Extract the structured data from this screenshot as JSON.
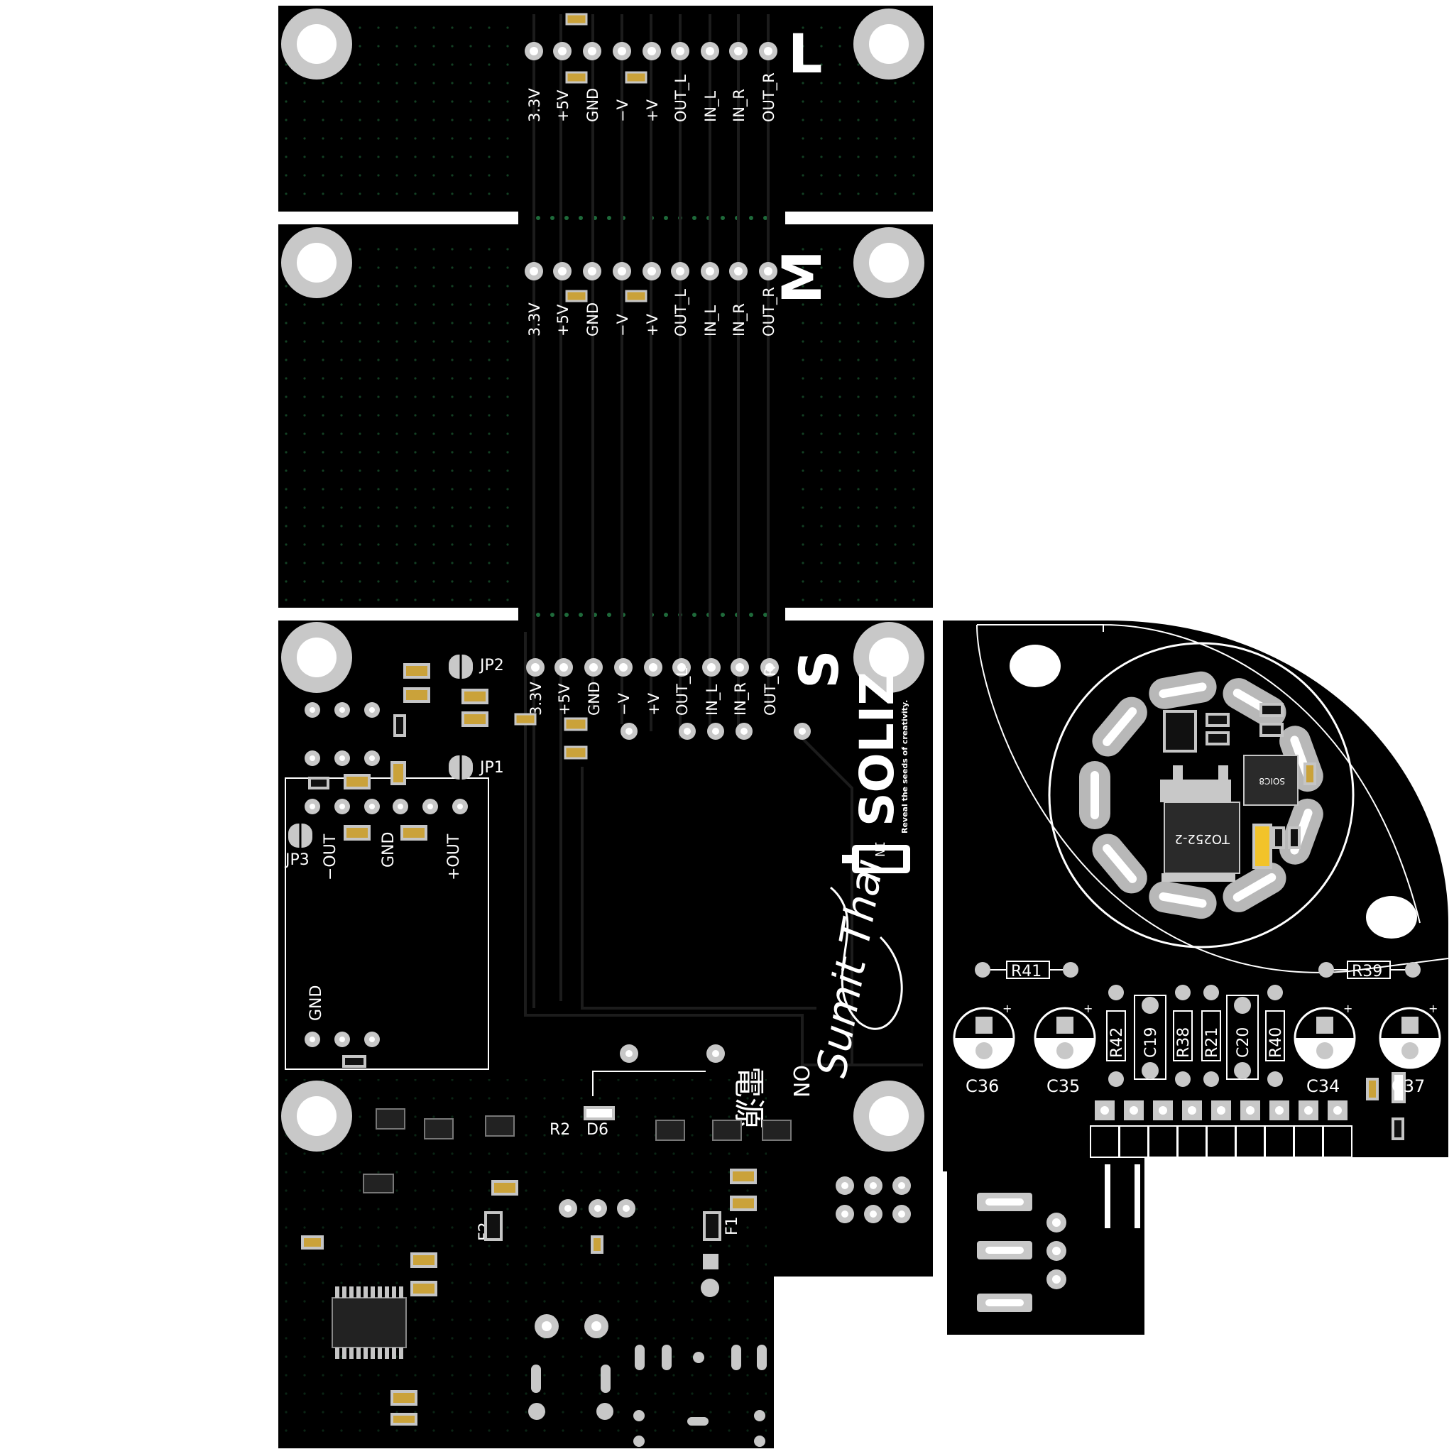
{
  "pin_labels": [
    "3.3V",
    "+5V",
    "GND",
    "−V",
    "+V",
    "OUT_L",
    "IN_L",
    "IN_R",
    "OUT_R"
  ],
  "modules": {
    "L": "L",
    "M": "M",
    "S": "S"
  },
  "jumpers": {
    "jp1": "JP1",
    "jp2": "JP2",
    "jp3": "JP3"
  },
  "ps_labels": {
    "minus_out": "−OUT",
    "gnd": "GND",
    "plus_out": "+OUT",
    "gnd_lower": "GND"
  },
  "main_refs": {
    "r2": "R2",
    "d6": "D6",
    "f1": "F1",
    "f2": "F2",
    "on": "ON",
    "power_kanji": "電源"
  },
  "logo": {
    "brand": "SOLIZ",
    "tagline": "Reveal the seeds of creativity.",
    "signature": "Sumit Thai"
  },
  "right_board": {
    "resistors": [
      "R41",
      "R39",
      "R42",
      "R38",
      "R21",
      "R40"
    ],
    "caps_box": [
      "C19",
      "C20"
    ],
    "electrolytics": [
      "C36",
      "C35",
      "C34",
      "C37"
    ],
    "ic_labels": {
      "to252": "TO252-2",
      "soic": "SOIC8"
    }
  },
  "colors": {
    "board": "#000000",
    "copper_pour": "#0a0a0a",
    "trace": "#1c1c1c",
    "pad": "#c8c8c8",
    "pad_hole": "#ffffff",
    "smd_pad": "#c5c5c5",
    "smd_body": "#caa23a",
    "silk": "#ffffff",
    "via": "#1e6a3a",
    "magenta": "#e020e0"
  }
}
